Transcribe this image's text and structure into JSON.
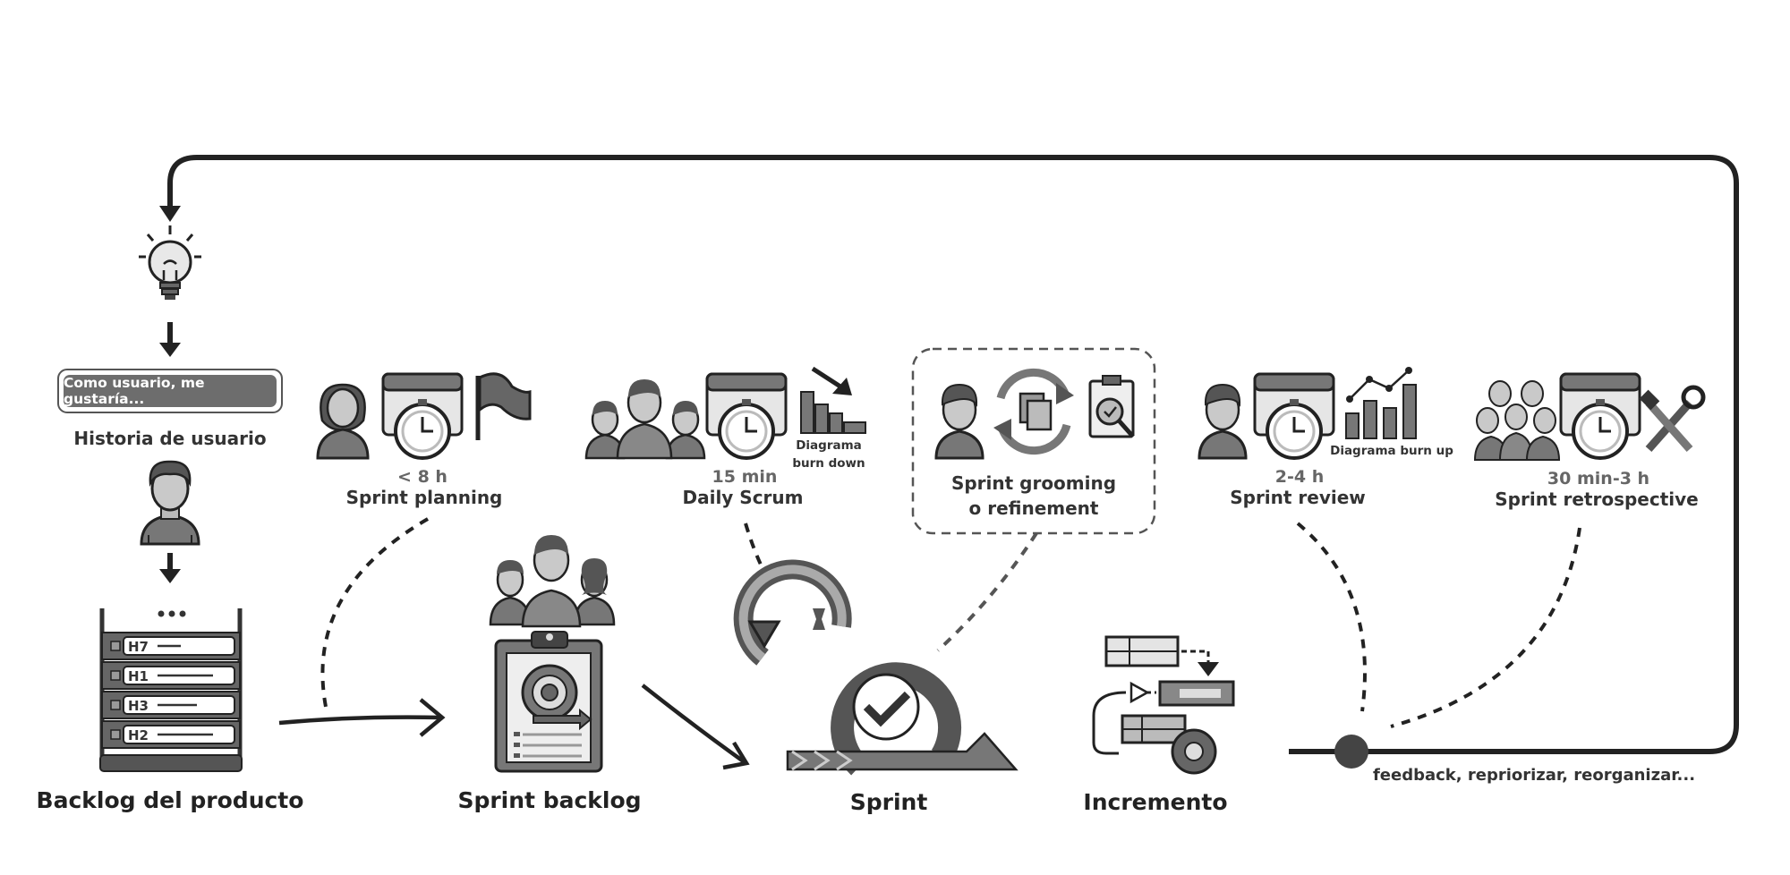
{
  "user_story": {
    "pill_text": "Como usuario, me gustaría...",
    "label": "Historia de usuario"
  },
  "backlog": {
    "title": "Backlog del producto",
    "items": [
      "H7",
      "H1",
      "H3",
      "H2"
    ]
  },
  "sprint_backlog": {
    "title": "Sprint backlog"
  },
  "sprint": {
    "title": "Sprint"
  },
  "increment": {
    "title": "Incremento"
  },
  "events": {
    "planning": {
      "duration": "< 8 h",
      "name": "Sprint planning"
    },
    "daily": {
      "duration": "15 min",
      "name": "Daily Scrum",
      "chart_label_1": "Diagrama",
      "chart_label_2": "burn down"
    },
    "grooming": {
      "name_1": "Sprint grooming",
      "name_2": "o refinement"
    },
    "review": {
      "duration": "2-4 h",
      "name": "Sprint review",
      "chart_label": "Diagrama burn up"
    },
    "retro": {
      "duration": "30 min-3 h",
      "name": "Sprint retrospective"
    }
  },
  "feedback": {
    "text": "feedback, repriorizar, reorganizar..."
  },
  "colors": {
    "dark": "#222222",
    "mid": "#6e6e6e",
    "light": "#c8c8c8",
    "fill": "#e4e4e4"
  }
}
